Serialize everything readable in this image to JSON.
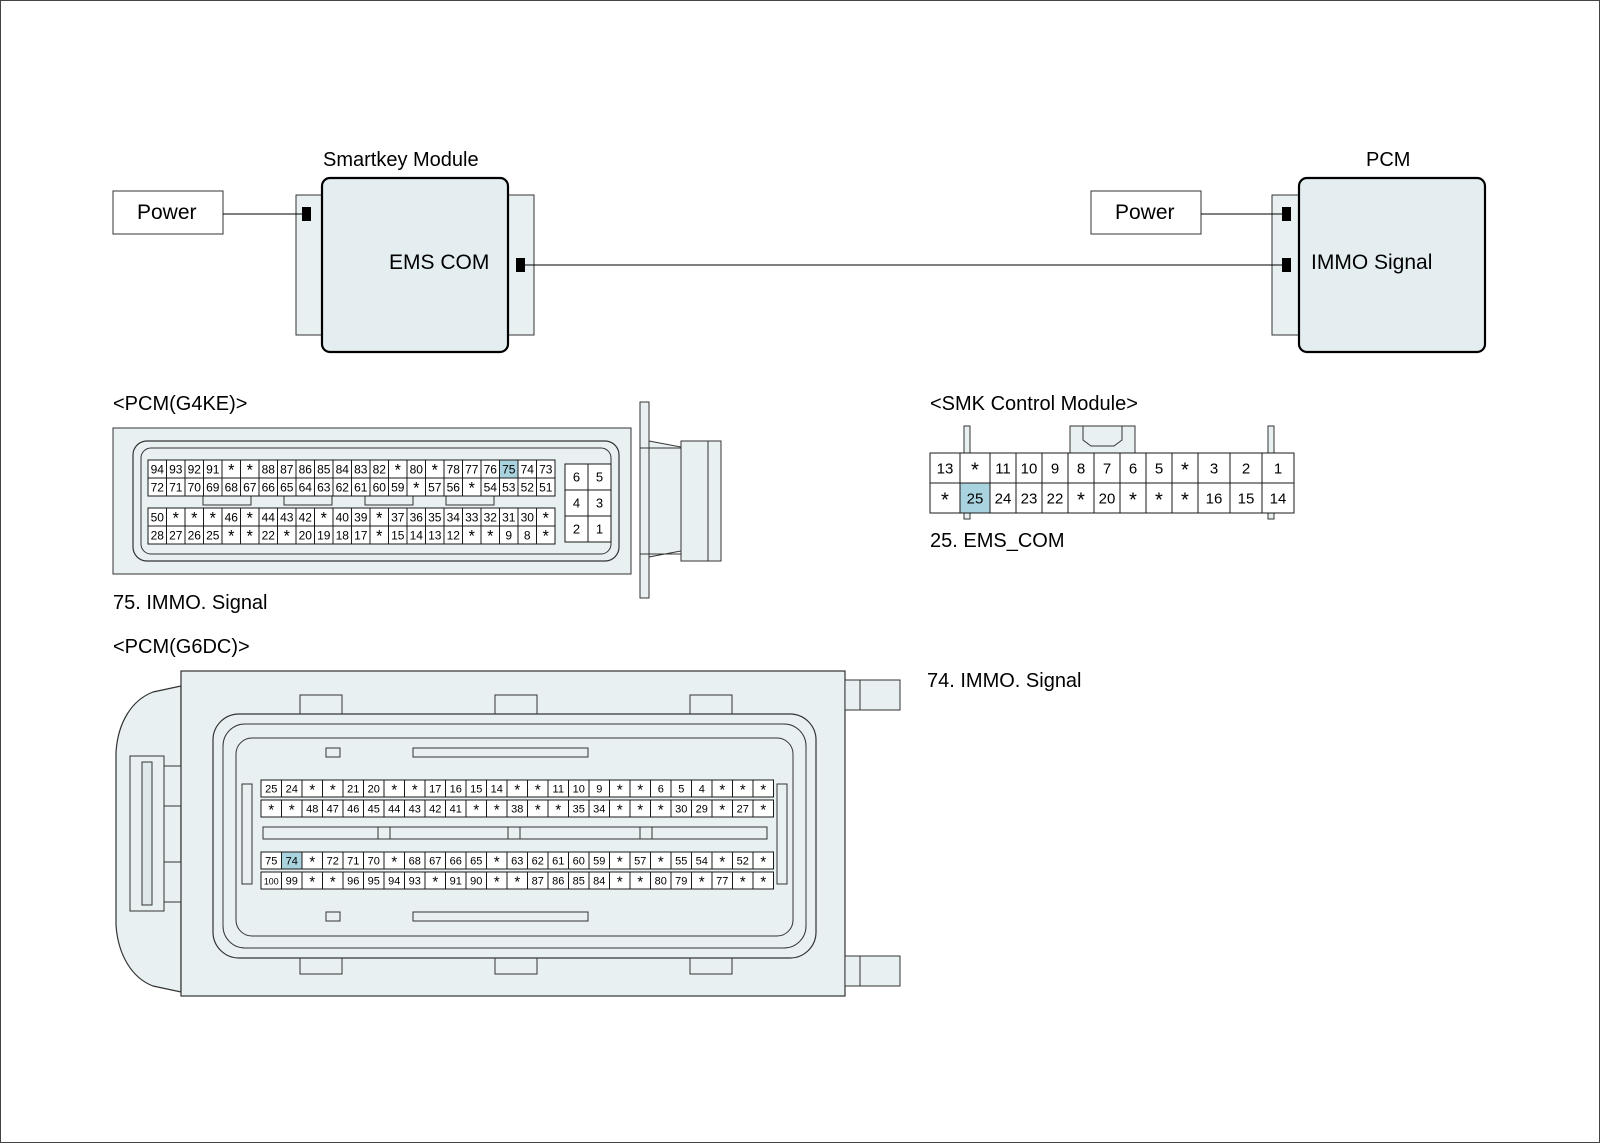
{
  "wiring": {
    "smartkey_title": "Smartkey Module",
    "smartkey_port": "EMS COM",
    "pcm_title": "PCM",
    "pcm_port": "IMMO Signal",
    "power_left": "Power",
    "power_right": "Power"
  },
  "pcm_g4ke": {
    "title": "<PCM(G4KE)>",
    "note": "75. IMMO. Signal",
    "highlight": "75",
    "rows": [
      [
        "94",
        "93",
        "92",
        "91",
        "*",
        "*",
        "88",
        "87",
        "86",
        "85",
        "84",
        "83",
        "82",
        "*",
        "80",
        "*",
        "78",
        "77",
        "76",
        "75",
        "74",
        "73"
      ],
      [
        "72",
        "71",
        "70",
        "69",
        "68",
        "67",
        "66",
        "65",
        "64",
        "63",
        "62",
        "61",
        "60",
        "59",
        "*",
        "57",
        "56",
        "*",
        "54",
        "53",
        "52",
        "51"
      ],
      [
        "50",
        "*",
        "*",
        "*",
        "46",
        "*",
        "44",
        "43",
        "42",
        "*",
        "40",
        "39",
        "*",
        "37",
        "36",
        "35",
        "34",
        "33",
        "32",
        "31",
        "30",
        "*"
      ],
      [
        "28",
        "27",
        "26",
        "25",
        "*",
        "*",
        "22",
        "*",
        "20",
        "19",
        "18",
        "17",
        "*",
        "15",
        "14",
        "13",
        "12",
        "*",
        "*",
        "9",
        "8",
        "*"
      ]
    ],
    "aux_pins": [
      [
        "6",
        "5"
      ],
      [
        "4",
        "3"
      ],
      [
        "2",
        "1"
      ]
    ]
  },
  "smk": {
    "title": "<SMK Control Module>",
    "note": "25. EMS_COM",
    "highlight": "25",
    "rows": [
      [
        "13",
        "*",
        "11",
        "10",
        "9",
        "8",
        "7",
        "6",
        "5",
        "*",
        "3",
        "2",
        "1"
      ],
      [
        "*",
        "25",
        "24",
        "23",
        "22",
        "*",
        "20",
        "*",
        "*",
        "*",
        "16",
        "15",
        "14"
      ]
    ]
  },
  "pcm_g6dc": {
    "title": "<PCM(G6DC)>",
    "note": "74. IMMO. Signal",
    "highlight": "74",
    "rows": [
      [
        "25",
        "24",
        "*",
        "*",
        "21",
        "20",
        "*",
        "*",
        "17",
        "16",
        "15",
        "14",
        "*",
        "*",
        "11",
        "10",
        "9",
        "*",
        "*",
        "6",
        "5",
        "4",
        "*",
        "*",
        "*"
      ],
      [
        "*",
        "*",
        "48",
        "47",
        "46",
        "45",
        "44",
        "43",
        "42",
        "41",
        "*",
        "*",
        "38",
        "*",
        "*",
        "35",
        "34",
        "*",
        "*",
        "*",
        "30",
        "29",
        "*",
        "27",
        "*"
      ],
      [
        "75",
        "74",
        "*",
        "72",
        "71",
        "70",
        "*",
        "68",
        "67",
        "66",
        "65",
        "*",
        "63",
        "62",
        "61",
        "60",
        "59",
        "*",
        "57",
        "*",
        "55",
        "54",
        "*",
        "52",
        "*"
      ],
      [
        "100",
        "99",
        "*",
        "*",
        "96",
        "95",
        "94",
        "93",
        "*",
        "91",
        "90",
        "*",
        "*",
        "87",
        "86",
        "85",
        "84",
        "*",
        "*",
        "80",
        "79",
        "*",
        "77",
        "*",
        "*"
      ]
    ]
  },
  "colors": {
    "module_fill": "#e4eef0",
    "connector_fill": "#e8f0f2",
    "highlight_fill": "#a9d3df",
    "stroke": "#1a1a1a"
  }
}
